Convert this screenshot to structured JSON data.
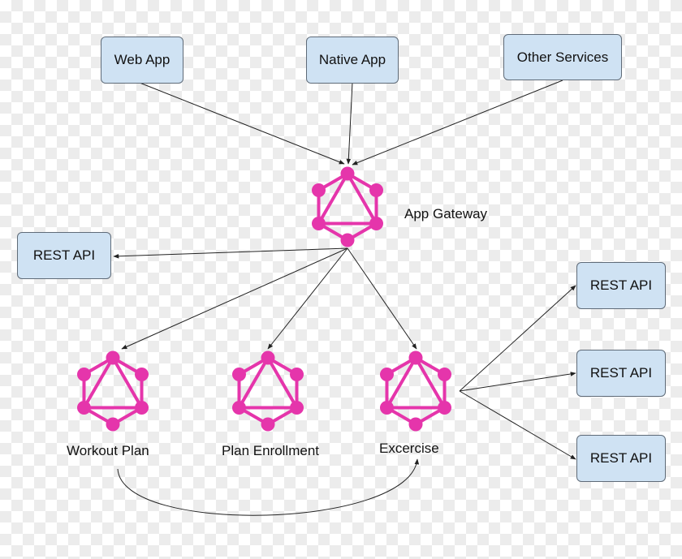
{
  "colors": {
    "box_fill": "#cfe2f3",
    "box_border": "#5f6b78",
    "graphql_pink": "#e535ab",
    "edge": "#222222"
  },
  "clients": {
    "web_app": "Web App",
    "native_app": "Native App",
    "other_services": "Other Services"
  },
  "gateway": {
    "label": "App Gateway",
    "icon": "graphql-icon"
  },
  "services": {
    "workout_plan": "Workout Plan",
    "plan_enrollment": "Plan Enrollment",
    "exercise": "Excercise"
  },
  "rest_apis": {
    "gateway_rest": "REST API",
    "exercise_rest_1": "REST API",
    "exercise_rest_2": "REST API",
    "exercise_rest_3": "REST API"
  }
}
